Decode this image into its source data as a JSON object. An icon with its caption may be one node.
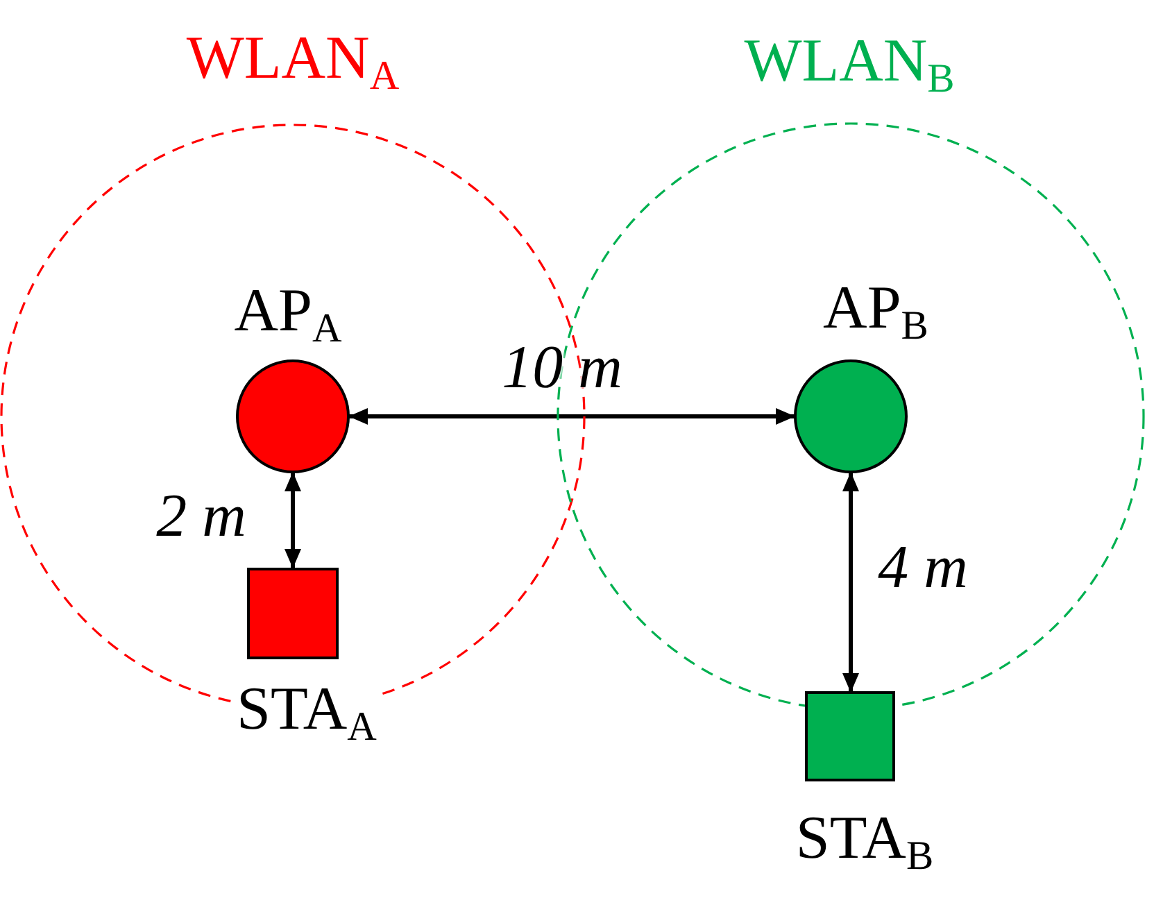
{
  "diagram": {
    "nodes": [
      {
        "text": [
          "WLAN$_{A}$"
        ]
      },
      {
        "text": [
          "AP$_{A}$"
        ],
        "in": 0
      },
      {
        "text": [
          "STA$_{A}$"
        ]
      },
      {
        "text": [
          "WLAN$_{B}$"
        ]
      },
      {
        "text": [
          "AP$_{B}$"
        ],
        "in": 3
      },
      {
        "text": [
          "STA$_{B}$"
        ]
      }
    ],
    "edges": [
      {
        "from": 1,
        "to": 4,
        "arrow": "both",
        "label": "10 m"
      },
      {
        "from": 1,
        "to": 2,
        "arrow": "both",
        "label": "2 m"
      },
      {
        "from": 4,
        "to": 5,
        "arrow": "both",
        "label": "4 m"
      }
    ]
  }
}
